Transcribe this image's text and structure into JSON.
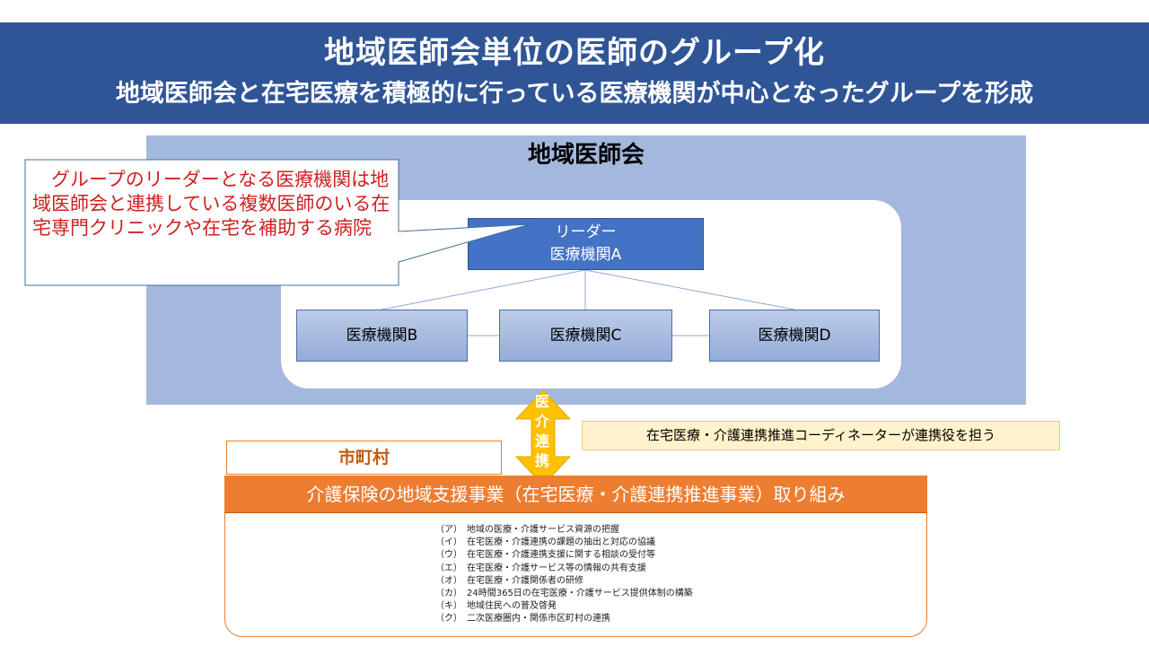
{
  "header": {
    "title": "地域医師会単位の医師のグループ化",
    "subtitle": "地域医師会と在宅医療を積極的に行っている医療機関が中心となったグループを形成"
  },
  "association": {
    "label": "地域医師会",
    "leader_line1": "リーダー",
    "leader_line2": "医療機関A",
    "members": [
      "医療機関B",
      "医療機関C",
      "医療機関D"
    ]
  },
  "callout": {
    "text": "　グループのリーダーとなる医療機関は地域医師会と連携している複数医師のいる在宅専門クリニックや在宅を補助する病院"
  },
  "link": {
    "arrow_label_chars": [
      "医",
      "介",
      "連",
      "携"
    ],
    "coordinator_note": "在宅医療・介護連携推進コーディネーターが連携役を担う"
  },
  "municipality": {
    "label": "市町村",
    "project_title": "介護保険の地域支援事業（在宅医療・介護連携推進事業）取り組み",
    "items": [
      "（ア）　地域の医療・介護サービス資源の把握",
      "（イ）　在宅医療・介護連携の課題の抽出と対応の協議",
      "（ウ）　在宅医療・介護連携支援に関する相談の受付等",
      "（エ）　在宅医療・介護サービス等の情報の共有支援",
      "（オ）　在宅医療・介護関係者の研修",
      "（カ）　24時間365日の在宅医療・介護サービス提供体制の構築",
      "（キ）　地域住民への普及啓発",
      "（ク）　二次医療圏内・関係市区町村の連携"
    ]
  },
  "colors": {
    "title_bg": "#2f5597",
    "association_bg": "#a4b8de",
    "leader_bg": "#4472c4",
    "arrow": "#ffc000",
    "project_header": "#ed7d31",
    "callout_text": "#d02020"
  }
}
